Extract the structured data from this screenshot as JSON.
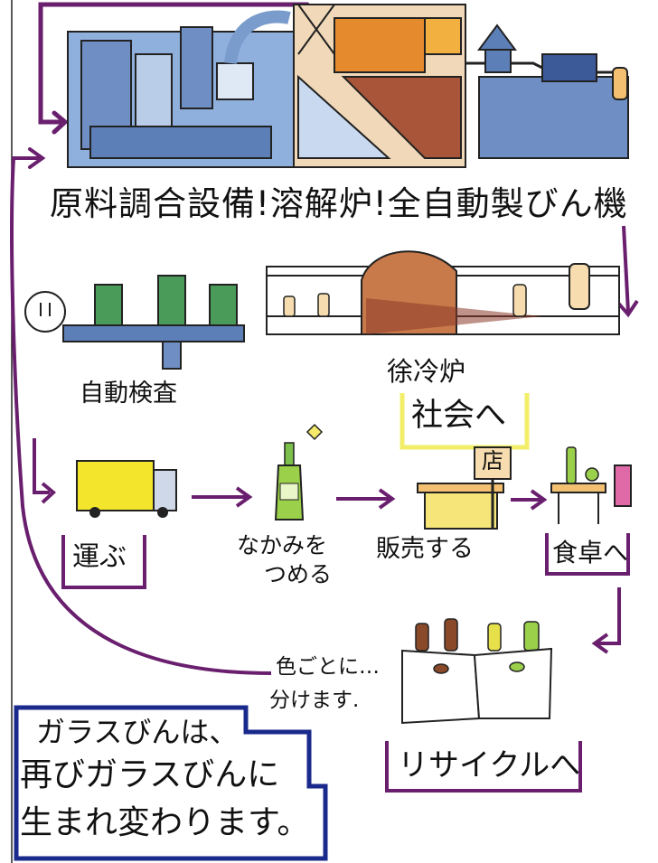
{
  "title_row": {
    "stage1": "原料調合設備",
    "sep1": "!",
    "stage2": "溶解炉",
    "sep2": "!",
    "stage3": "全自動製びん機"
  },
  "inspection_label": "自動検査",
  "annealer_label": "徐冷炉",
  "to_society_label": "社会へ",
  "transport_label": "運ぶ",
  "fill_label_line1": "なかみを",
  "fill_label_line2": "つめる",
  "sell_label": "販売する",
  "shop_sign": "店",
  "table_label": "食卓へ",
  "sort_label_line1": "色ごとに…",
  "sort_label_line2": "分けます.",
  "recycle_label": "リサイクルへ",
  "message_line1": "ガラスびんは、",
  "message_line2": "再びガラスびんに",
  "message_line3": "生まれ変わります。",
  "colors": {
    "purple": "#6a1f6e",
    "navy": "#1a2a8c",
    "yellow_frame": "#f2ee6a",
    "truck_yellow": "#f3e52c",
    "furnace_orange": "#e68a2e",
    "brick": "#a8553a",
    "machine_blue": "#6f8fc4",
    "bottle_green": "#9ad04a",
    "bottle_brown": "#8a4a2a",
    "pink": "#e06aa8"
  }
}
